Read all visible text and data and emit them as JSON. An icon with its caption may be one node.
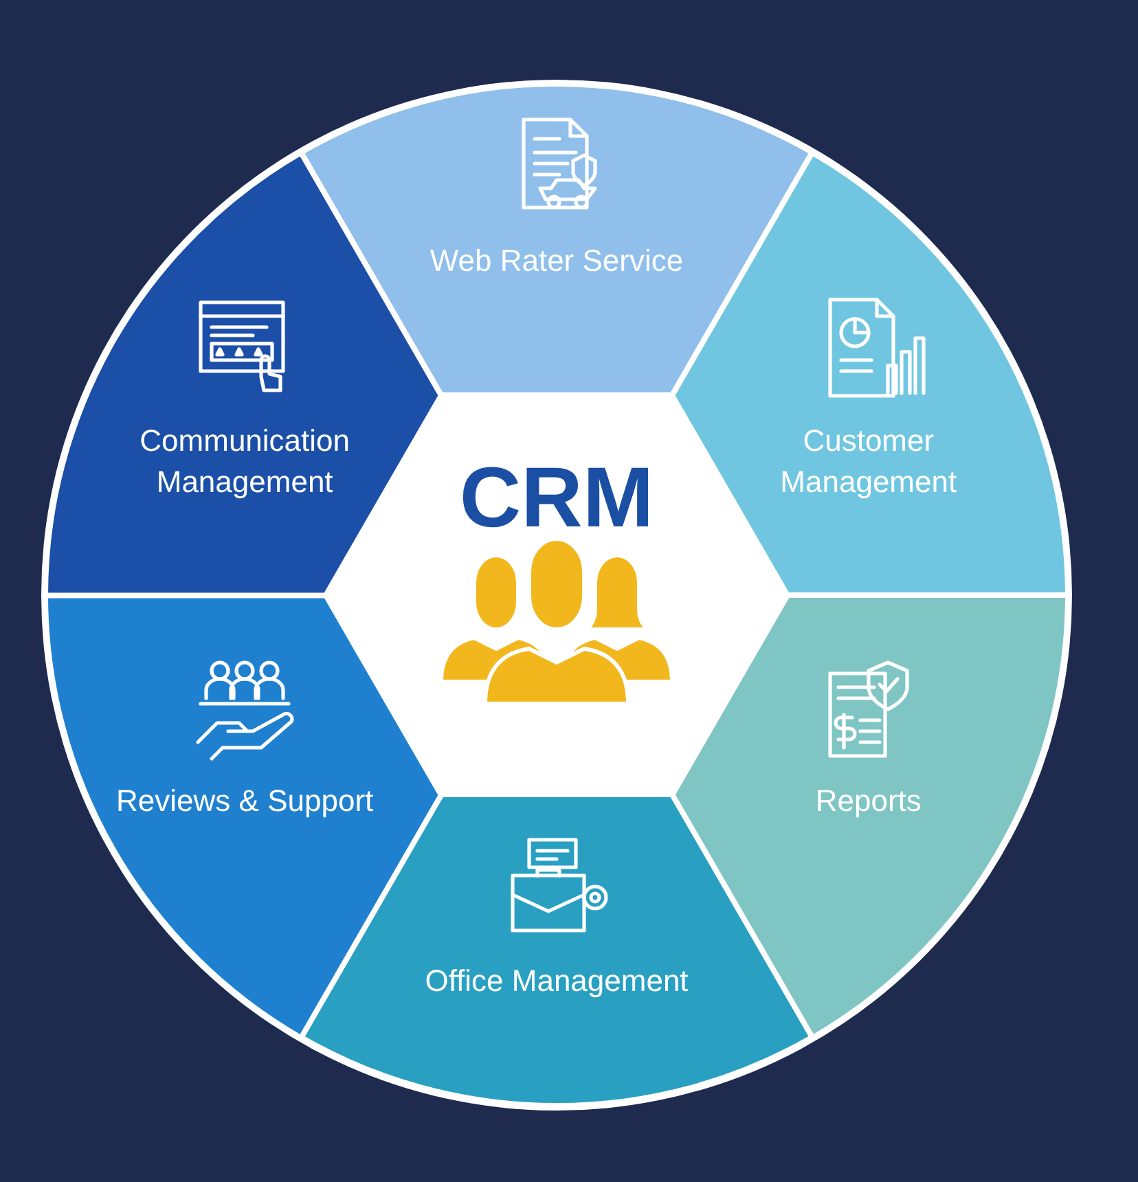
{
  "diagram": {
    "nodes": [
      {
        "text": [
          "CRM"
        ]
      },
      {
        "text": [
          "Web Rater Service"
        ]
      },
      {
        "text": [
          "Customer Management"
        ]
      },
      {
        "text": [
          "Reports"
        ]
      },
      {
        "text": [
          "Office Management"
        ]
      },
      {
        "text": [
          "Reviews & Support"
        ]
      },
      {
        "text": [
          "Communication Management"
        ]
      }
    ]
  }
}
